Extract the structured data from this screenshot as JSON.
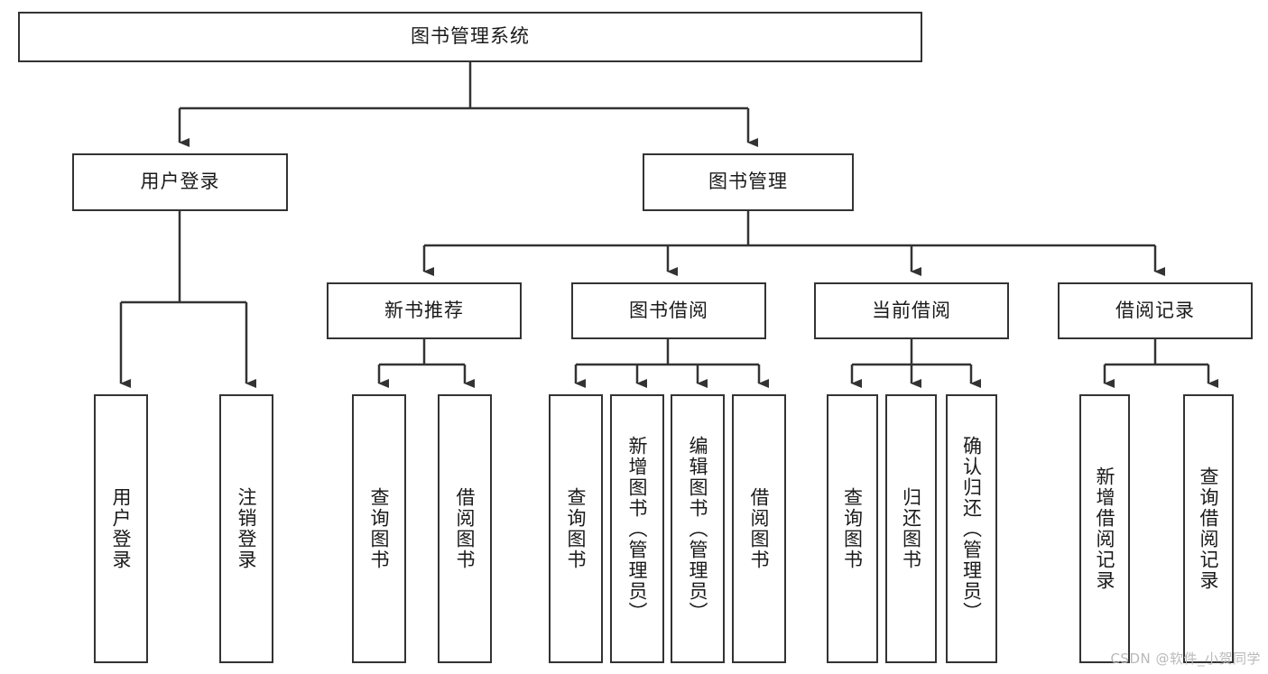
{
  "diagram": {
    "title": "图书管理系统",
    "type": "tree-hierarchy-diagram",
    "colors": {
      "node_border": "#333333",
      "node_fill": "#ffffff",
      "edge": "#333333",
      "text": "#1a1a1a",
      "watermark": "#b9b9b9",
      "background": "#ffffff"
    },
    "root": {
      "label": "图书管理系统"
    },
    "level1": [
      {
        "label": "用户登录"
      },
      {
        "label": "图书管理"
      }
    ],
    "level2": [
      {
        "label": "新书推荐"
      },
      {
        "label": "图书借阅"
      },
      {
        "label": "当前借阅"
      },
      {
        "label": "借阅记录"
      }
    ],
    "leaves": {
      "user_login": [
        {
          "label": "用户登录"
        },
        {
          "label": "注销登录"
        }
      ],
      "new_book_recommend": [
        {
          "label": "查询图书"
        },
        {
          "label": "借阅图书"
        }
      ],
      "book_borrow": [
        {
          "label": "查询图书"
        },
        {
          "label": "新增图书（管理员）"
        },
        {
          "label": "编辑图书（管理员）"
        },
        {
          "label": "借阅图书"
        }
      ],
      "current_borrow": [
        {
          "label": "查询图书"
        },
        {
          "label": "归还图书"
        },
        {
          "label": "确认归还（管理员）"
        }
      ],
      "borrow_record": [
        {
          "label": "新增借阅记录"
        },
        {
          "label": "查询借阅记录"
        }
      ]
    }
  },
  "watermark": {
    "text": "CSDN @软件_小贺同学"
  }
}
